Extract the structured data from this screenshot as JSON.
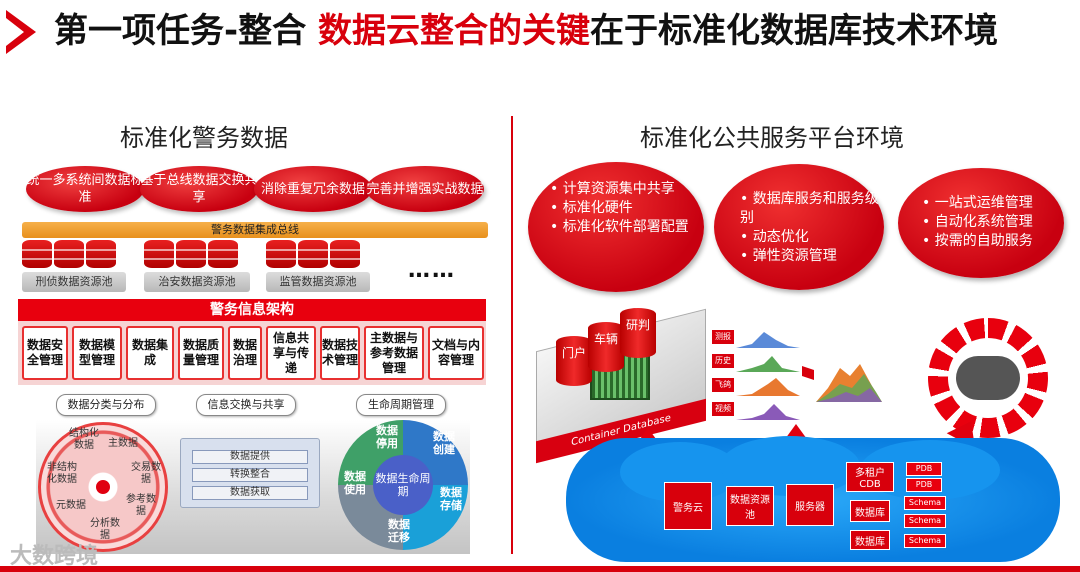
{
  "title": {
    "part1": "第一项任务-整合 ",
    "accent": "数据云整合的关键",
    "part2": "在于标准化数据库技术环境"
  },
  "left": {
    "heading": "标准化警务数据",
    "ovals": [
      "统一多系统间数据标准",
      "基于总线数据交换共享",
      "消除重复冗余数据",
      "完善并增强实战数据"
    ],
    "bus_label": "警务数据集成总线",
    "pools": [
      "刑侦数据资源池",
      "治安数据资源池",
      "监管数据资源池"
    ],
    "pool_more": "……",
    "arch_title": "警务信息架构",
    "arch_cells": [
      "数据安全管理",
      "数据模型管理",
      "数据集成",
      "数据质量管理",
      "数据治理",
      "信息共享与传递",
      "数据技术管理",
      "主数据与参考数据管理",
      "文档与内容管理"
    ],
    "tabs": [
      "数据分类与分布",
      "信息交换与共享",
      "生命周期管理"
    ],
    "wheel_items": [
      "结构化数据",
      "主数据",
      "交易数据",
      "参考数据",
      "分析数据",
      "元数据",
      "非结构化数据"
    ],
    "exchange_items": [
      "数据提供",
      "转换整合",
      "数据获取"
    ],
    "lifecycle_center": "数据生命周期",
    "lifecycle_items": [
      "数据创建",
      "数据存储",
      "数据迁移",
      "数据使用",
      "数据停用"
    ]
  },
  "right": {
    "heading": "标准化公共服务平台环境",
    "bubble1": [
      "计算资源集中共享",
      "标准化硬件",
      "标准化软件部署配置"
    ],
    "bubble2": [
      "数据库服务和服务级别",
      "动态优化",
      "弹性资源管理"
    ],
    "bubble3": [
      "一站式运维管理",
      "自动化系统管理",
      "按需的自助服务"
    ],
    "db_cylinders": [
      "门户",
      "车辆",
      "研判"
    ],
    "container_label": "Container Database",
    "chart_tags": [
      "测报",
      "历史",
      "飞鸽",
      "视频"
    ],
    "cloud_boxes": [
      "警务云",
      "数据资源池",
      "服务器",
      "多租户CDB",
      "数据库",
      "数据库"
    ],
    "pdbs": [
      "PDB",
      "PDB",
      "Schema",
      "Schema",
      "Schema"
    ]
  },
  "watermark": "大数跨境",
  "colors": {
    "brand_red": "#d8000c",
    "cloud_blue": "#0a7fe0"
  }
}
